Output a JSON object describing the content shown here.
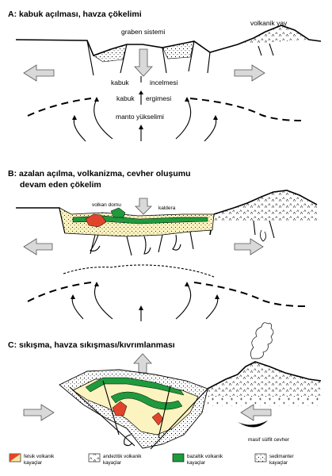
{
  "panel_a": {
    "title": "A: kabuk açılması, havza çökelimi",
    "graben": "graben sistemi",
    "volcanic_arc": "volkanik yay",
    "kabuk_incelmesi_1": "kabuk",
    "kabuk_incelmesi_2": "incelmesi",
    "kabuk_ergimesi_1": "kabuk",
    "kabuk_ergimesi_2": "ergimesi",
    "mantle_upwelling": "manto yükselimi"
  },
  "panel_b": {
    "title_line1": "B: azalan açılma, volkanizma, cevher oluşumu",
    "title_line2": "devam eden çökelim",
    "volcanic_dome": "volkan domu",
    "caldera": "kaldera"
  },
  "panel_c": {
    "title": "C: sıkışma, havza sıkışması/kıvrımlanması",
    "massive_sulfide": "masif sülfit cevher"
  },
  "legend": [
    {
      "line1": "felsik volkanik",
      "line2": "kayaçlar",
      "swatch": "felsic"
    },
    {
      "line1": "andezitik volkanik",
      "line2": "kayaçlar",
      "swatch": "andesitic"
    },
    {
      "line1": "bazaltik volkanik",
      "line2": "kayaçlar",
      "swatch": "basaltic"
    },
    {
      "line1": "sedimanter",
      "line2": "kayaçlar",
      "swatch": "sedimentary"
    }
  ],
  "colors": {
    "felsic_red": "#e0452b",
    "felsic_yellow": "#f6e8a0",
    "basaltic_green": "#1f9a3c",
    "sediment_yellow": "#fbf3c0",
    "arrow_gray": "#d9d9d9"
  }
}
